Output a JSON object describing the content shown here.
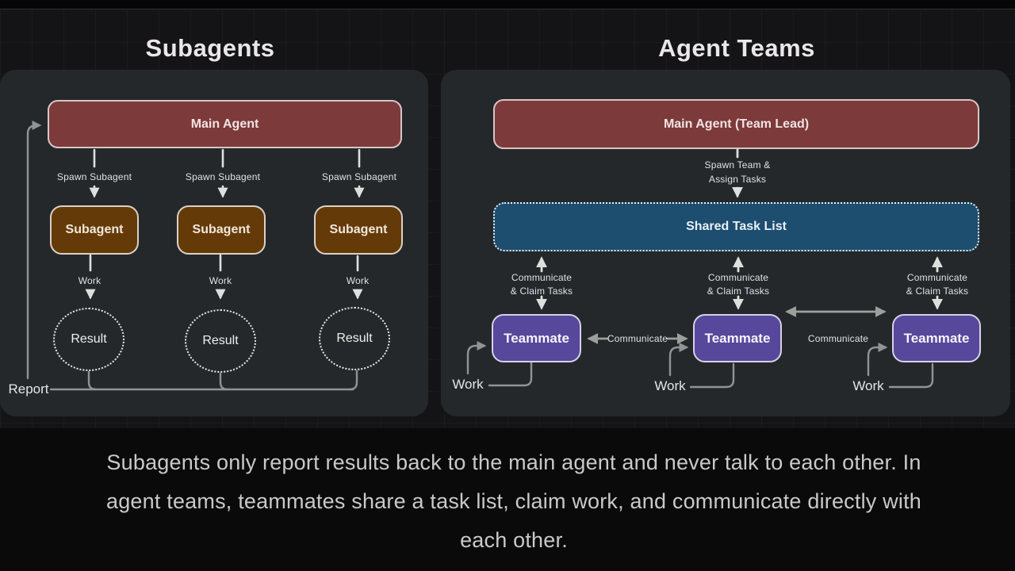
{
  "titles": {
    "left": "Subagents",
    "right": "Agent Teams"
  },
  "left_panel": {
    "main_agent": "Main Agent",
    "spawn_labels": [
      "Spawn Subagent",
      "Spawn Subagent",
      "Spawn Subagent"
    ],
    "subagents": [
      "Subagent",
      "Subagent",
      "Subagent"
    ],
    "work_labels": [
      "Work",
      "Work",
      "Work"
    ],
    "results": [
      "Result",
      "Result",
      "Result"
    ],
    "report_label": "Report"
  },
  "right_panel": {
    "main_agent": "Main Agent (Team Lead)",
    "spawn_label": {
      "line1": "Spawn Team &",
      "line2": "Assign Tasks"
    },
    "shared_task_list": "Shared Task List",
    "claim_labels": [
      {
        "line1": "Communicate",
        "line2": "& Claim Tasks"
      },
      {
        "line1": "Communicate",
        "line2": "& Claim Tasks"
      },
      {
        "line1": "Communicate",
        "line2": "& Claim Tasks"
      }
    ],
    "communicate_labels": [
      "Communicate",
      "Communicate"
    ],
    "teammates": [
      "Teammate",
      "Teammate",
      "Teammate"
    ],
    "work_labels": [
      "Work",
      "Work",
      "Work"
    ]
  },
  "caption": {
    "lines": [
      "Subagents only report results back to the main agent and never talk to each other. In",
      "agent teams, teammates share a task list, claim work, and communicate directly with",
      "each other."
    ]
  },
  "colors": {
    "main_agent_red": "#7c3a3b",
    "subagent_brown": "#653a09",
    "task_list_blue": "#1d4d6f",
    "teammate_purple": "#57489b",
    "panel_background": "#25282b",
    "canvas_background": "#141416",
    "caption_text": "#c9c9ca",
    "bright_connector": "#dde1dd",
    "dim_connector": "#9aa19d",
    "loop_connector": "#8e9594"
  }
}
